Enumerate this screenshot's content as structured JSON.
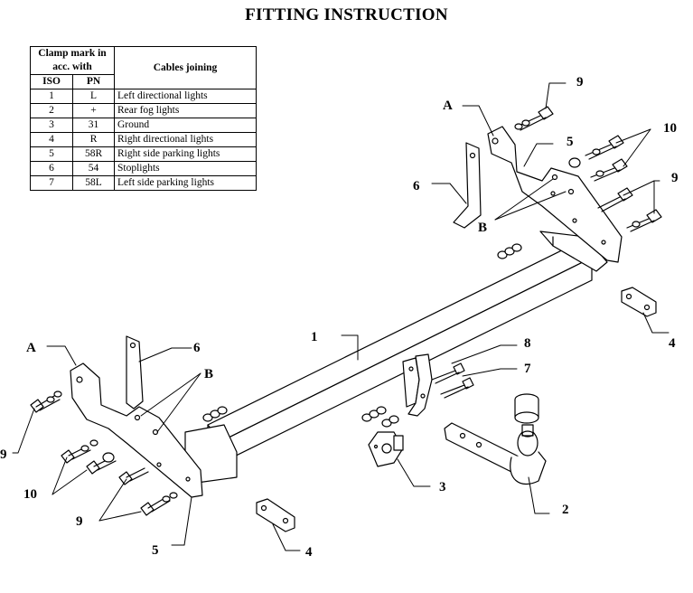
{
  "title": "FITTING INSTRUCTION",
  "legend": {
    "header": {
      "clamp_mark": "Clamp mark in acc. with",
      "cables": "Cables joining",
      "iso": "ISO",
      "pn": "PN"
    },
    "rows": [
      {
        "iso": "1",
        "pn": "L",
        "desc": "Left directional lights"
      },
      {
        "iso": "2",
        "pn": "+",
        "desc": "Rear fog lights"
      },
      {
        "iso": "3",
        "pn": "31",
        "desc": "Ground"
      },
      {
        "iso": "4",
        "pn": "R",
        "desc": "Right directional lights"
      },
      {
        "iso": "5",
        "pn": "58R",
        "desc": "Right side parking lights"
      },
      {
        "iso": "6",
        "pn": "54",
        "desc": "Stoplights"
      },
      {
        "iso": "7",
        "pn": "58L",
        "desc": "Left side parking lights"
      }
    ]
  },
  "callouts": {
    "c1": "1",
    "c2": "2",
    "c3": "3",
    "c4a": "4",
    "c4b": "4",
    "c5a": "5",
    "c5b": "5",
    "c6a": "6",
    "c6b": "6",
    "c7": "7",
    "c8": "8",
    "c9a": "9",
    "c9b": "9",
    "c9c": "9",
    "c9d": "9",
    "c10a": "10",
    "c10b": "10",
    "cAa": "A",
    "cAb": "A",
    "cBa": "B",
    "cBb": "B"
  }
}
